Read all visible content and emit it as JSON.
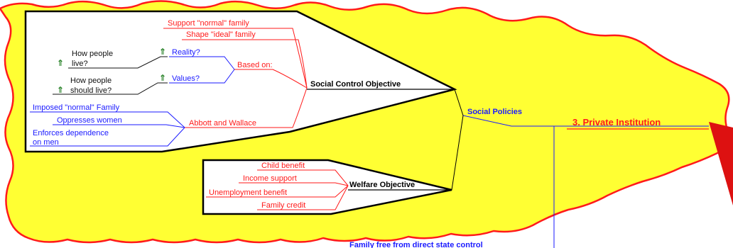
{
  "colors": {
    "background": "#ffff33",
    "border": "#ff1a1a",
    "red": "#ff1a1a",
    "blue": "#1a1aff",
    "black": "#111111",
    "pin": "#1a7a1a"
  },
  "root": {
    "label": "3. Private Institution"
  },
  "social_policies": {
    "label": "Social Policies"
  },
  "family_free": {
    "label": "Family free from direct state control"
  },
  "social_control": {
    "label": "Social Control Objective",
    "support_normal": "Support \"normal\" family",
    "shape_ideal": "Shape \"ideal\" family",
    "based_on": "Based on:",
    "reality": "Reality?",
    "values": "Values?",
    "how_people_live": [
      "How people",
      "live?"
    ],
    "how_people_should_live": [
      "How people",
      "should live?"
    ],
    "abbott_wallace": "Abbott and Wallace",
    "imposed_normal": "Imposed \"normal\" Family",
    "oppresses_women": "Oppresses women",
    "enforces_dependence": [
      "Enforces dependence",
      "on men"
    ]
  },
  "welfare": {
    "label": "Welfare Objective",
    "items": [
      "Child benefit",
      "Income support",
      "Unemployment benefit",
      "Family credit"
    ]
  },
  "pin_glyph": "⇑"
}
